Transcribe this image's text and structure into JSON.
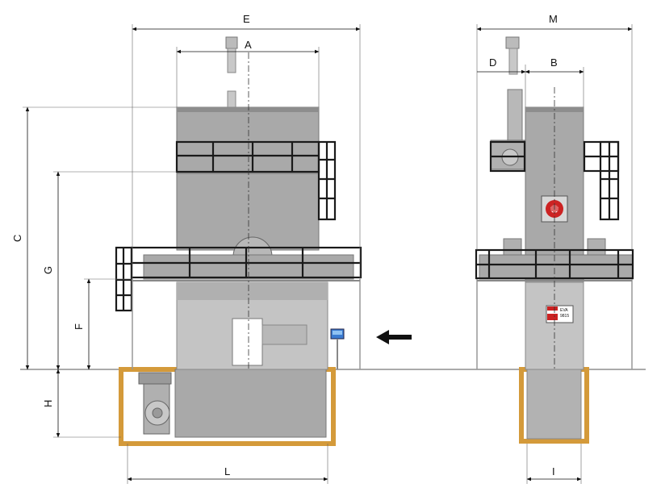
{
  "dimensions": {
    "A": "A",
    "B": "B",
    "C": "C",
    "D": "D",
    "E": "E",
    "F": "F",
    "G": "G",
    "H": "H",
    "I": "I",
    "L": "L",
    "M": "M"
  },
  "nameplate": {
    "line1": "EVA",
    "line2": "9815"
  },
  "colors": {
    "body": "#a9a9a9",
    "body_light": "#c6c6c6",
    "pit": "#d49a3a",
    "frame": "#1a1a1a",
    "emblem": "#cc2222",
    "panel": "#3b7bd1"
  },
  "icons": {
    "direction_arrow": "arrow-left-icon",
    "emblem": "red-emblem-icon"
  }
}
